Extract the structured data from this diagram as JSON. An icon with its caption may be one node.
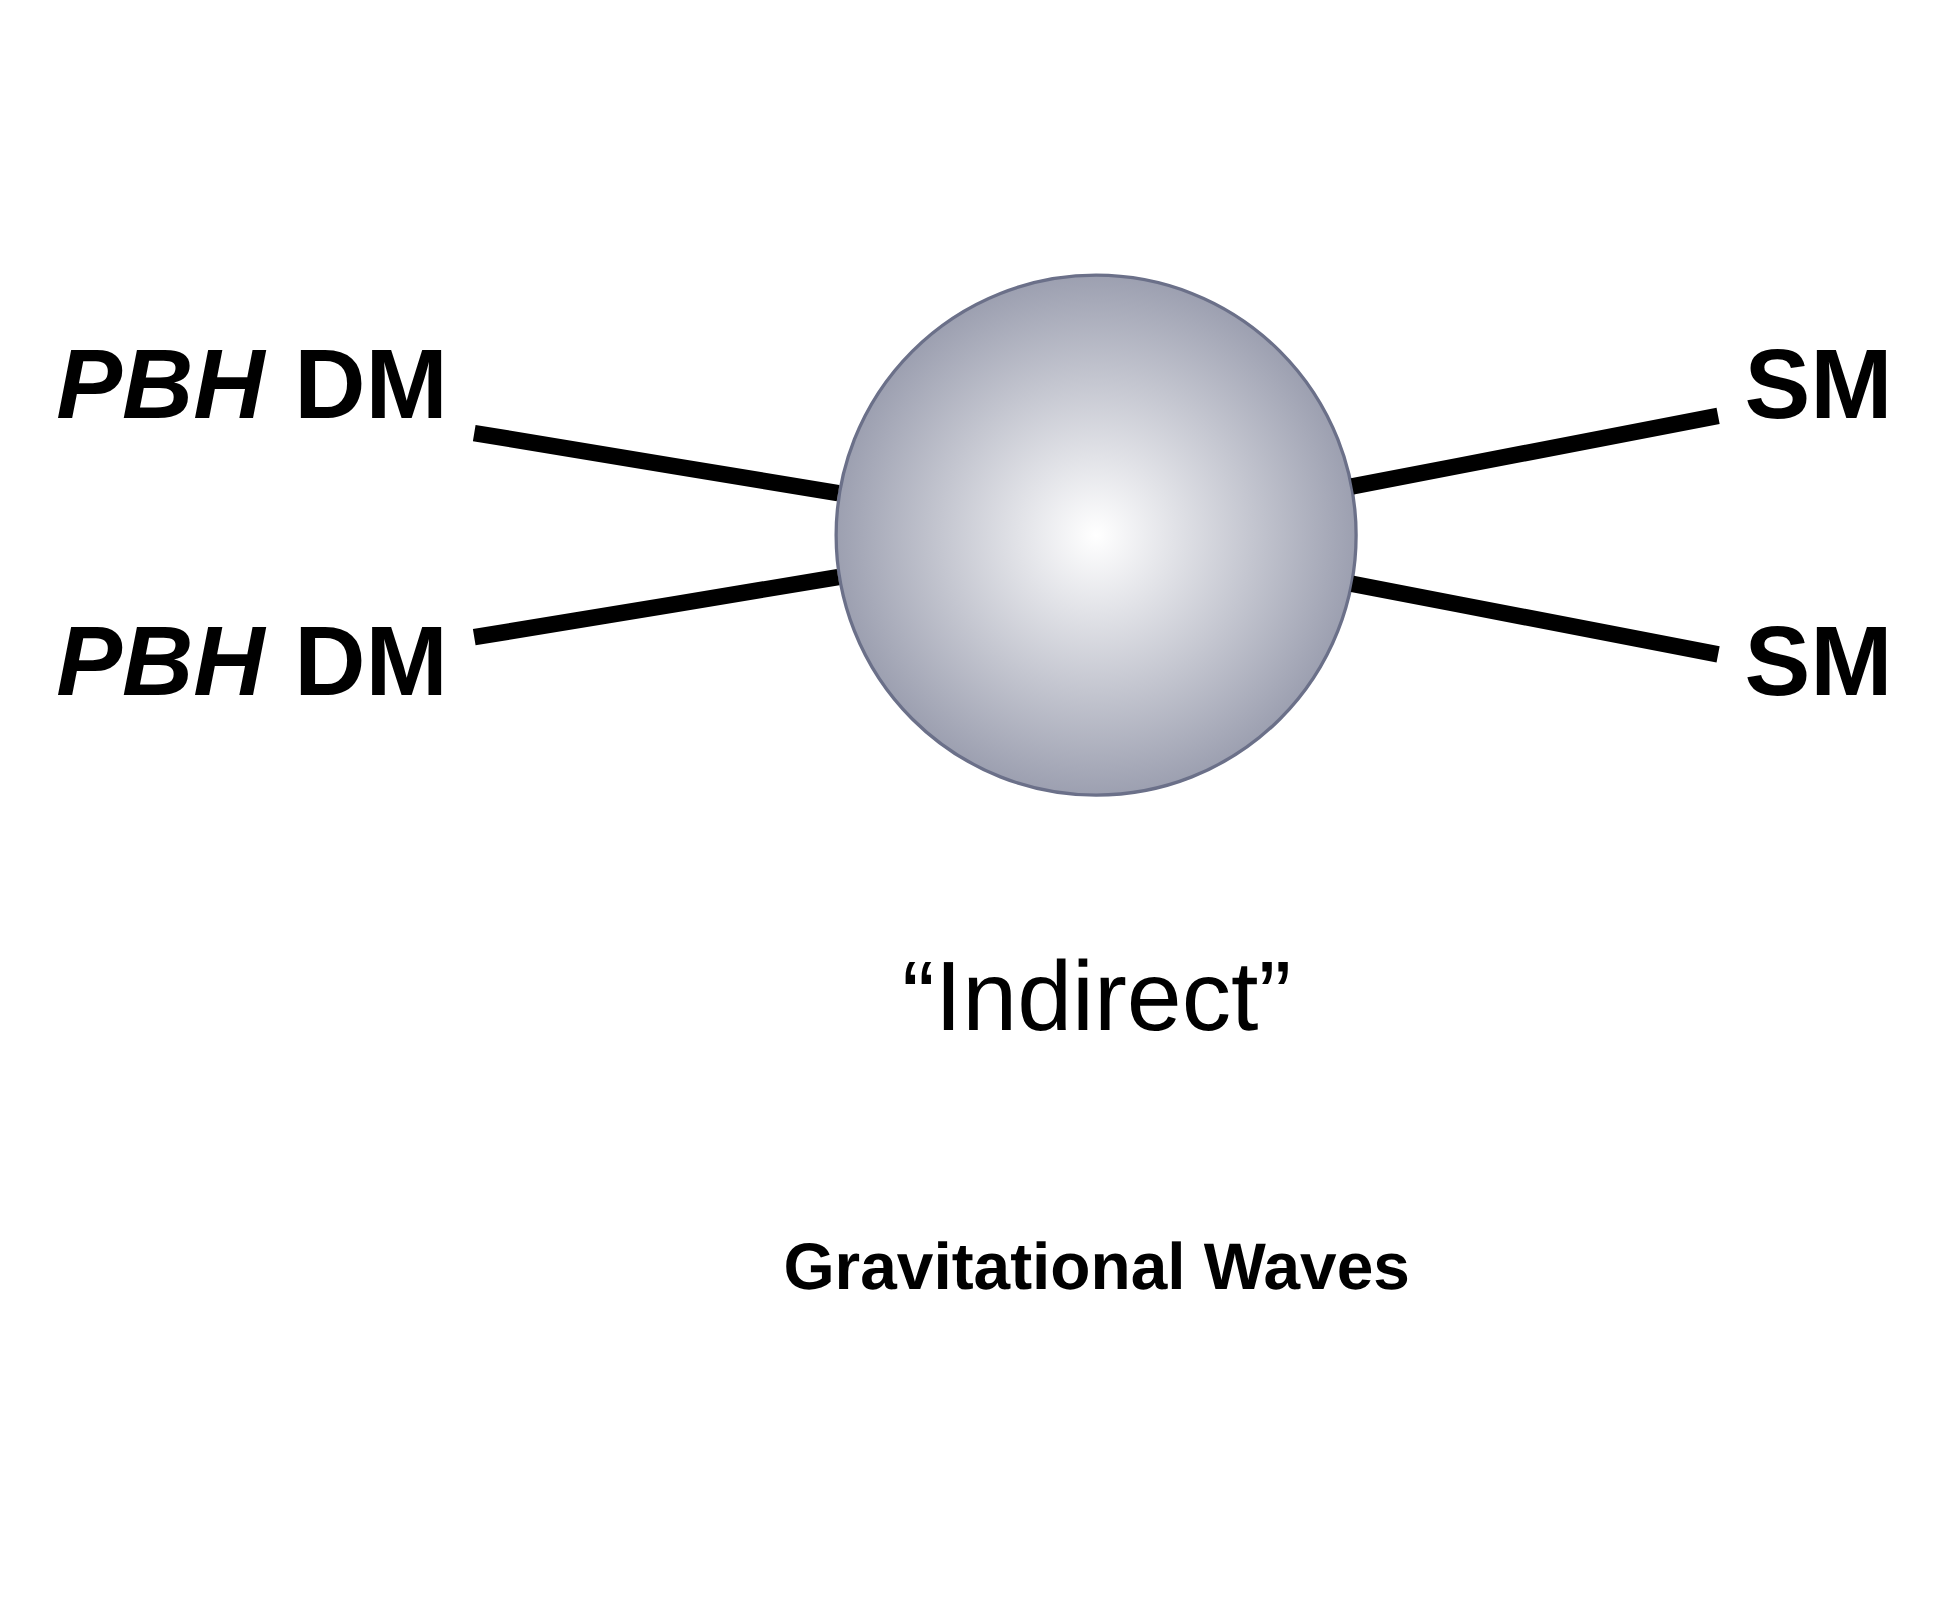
{
  "diagram": {
    "nodes": [
      {
        "text": [
          "*PBH* DM"
        ]
      },
      {
        "text": [
          "SM"
        ]
      },
      {
        "text": [],
        "shape": "circle"
      },
      {
        "text": [
          "*PBH* DM"
        ]
      },
      {
        "text": [
          "SM"
        ]
      }
    ],
    "edges": [
      {
        "from": 0,
        "to": 2,
        "arrow": "none"
      },
      {
        "from": 2,
        "to": 1,
        "arrow": "none"
      },
      {
        "from": 3,
        "to": 2,
        "arrow": "none"
      },
      {
        "from": 2,
        "to": 4,
        "arrow": "none"
      }
    ],
    "labels": [
      "“Indirect”",
      "Gravitational Waves"
    ]
  }
}
